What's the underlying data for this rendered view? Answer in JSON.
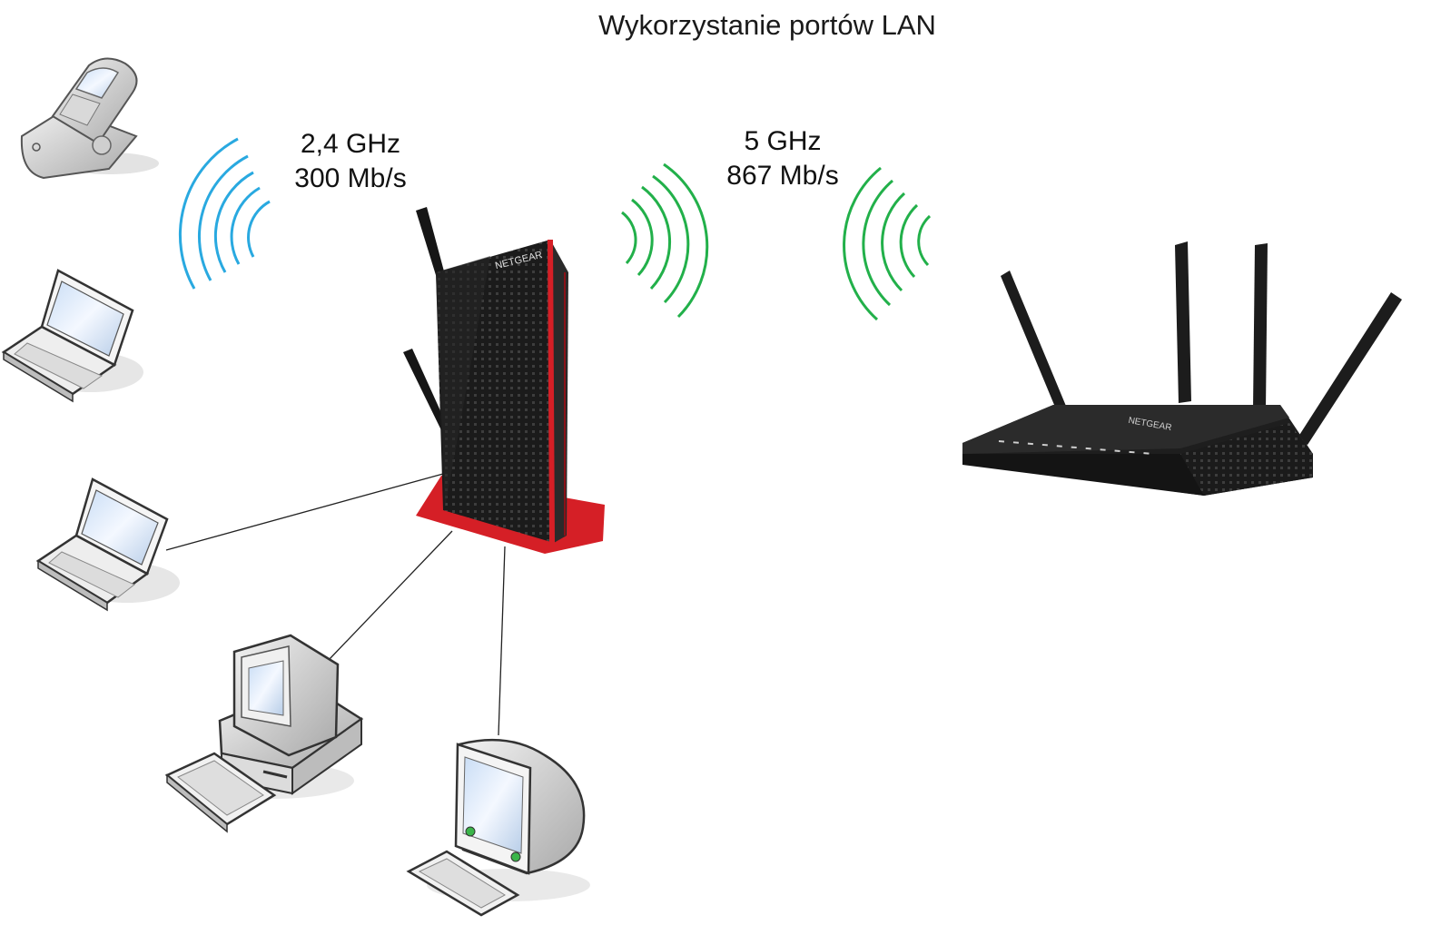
{
  "title": "Wykorzystanie portów LAN",
  "links": {
    "band_24": {
      "freq": "2,4 GHz",
      "speed": "300 Mb/s"
    },
    "band_5": {
      "freq": "5 GHz",
      "speed": "867 Mb/s"
    }
  },
  "devices": {
    "extender_brand": "NETGEAR",
    "router_brand": "NETGEAR"
  },
  "colors": {
    "wifi_24": "#29a9e0",
    "wifi_5": "#22b04a",
    "extender_accent": "#d51f26",
    "device_dark": "#1a1a1a",
    "cable": "#222222"
  }
}
